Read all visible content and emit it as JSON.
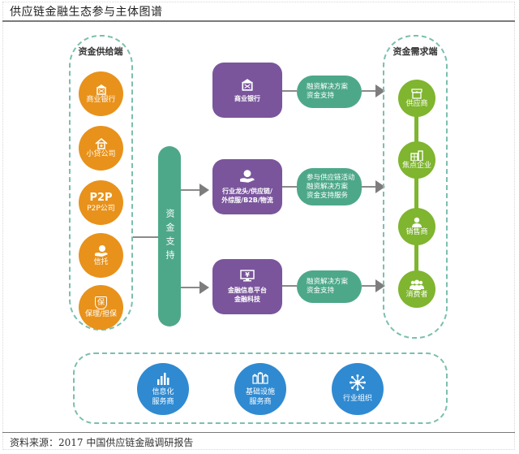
{
  "title": "供应链金融生态参与主体图谱",
  "source": "资料来源：2017 中国供应链金融调研报告",
  "colors": {
    "supply": "#e8921b",
    "purple": "#7a559c",
    "teal": "#4da889",
    "demand": "#7fb52f",
    "service": "#2f8ad1",
    "dash": "#7bbfae"
  },
  "supply_side": {
    "title": "资金供给端",
    "items": [
      {
        "label": "商业银行",
        "icon": "bank-icon"
      },
      {
        "label": "小贷公司",
        "icon": "house-icon"
      },
      {
        "label": "P2P公司",
        "icon": "p2p-text-icon",
        "icon_text": "P2P"
      },
      {
        "label": "信托",
        "icon": "hand-coin-icon"
      },
      {
        "label": "保理/担保",
        "icon": "shield-icon",
        "icon_text": "保"
      }
    ]
  },
  "center_bar": {
    "label": "资金支持"
  },
  "channels": [
    {
      "label_lines": [
        "商业银行"
      ],
      "icon": "bank-icon",
      "service_lines": [
        "融资解决方案",
        "资金支持"
      ]
    },
    {
      "label_lines": [
        "行业龙头/供应链/",
        "外综服/B2B/物流"
      ],
      "icon": "hand-coin-icon",
      "service_lines": [
        "参与供应链活动",
        "融资解决方案",
        "资金支持服务"
      ]
    },
    {
      "label_lines": [
        "金融信息平台",
        "金融科技"
      ],
      "icon": "monitor-yen-icon",
      "service_lines": [
        "融资解决方案",
        "资金支持"
      ]
    }
  ],
  "demand_side": {
    "title": "资金需求端",
    "items": [
      {
        "label": "供应商",
        "icon": "shop-icon"
      },
      {
        "label": "焦点企业",
        "icon": "building-icon"
      },
      {
        "label": "销售商",
        "icon": "person-icon"
      },
      {
        "label": "消费者",
        "icon": "group-icon"
      }
    ]
  },
  "services": [
    {
      "label_lines": [
        "信息化",
        "服务商"
      ],
      "icon": "bar-chart-icon"
    },
    {
      "label_lines": [
        "基础设施",
        "服务商"
      ],
      "icon": "cubes-icon"
    },
    {
      "label_lines": [
        "行业组织"
      ],
      "icon": "network-icon"
    }
  ]
}
